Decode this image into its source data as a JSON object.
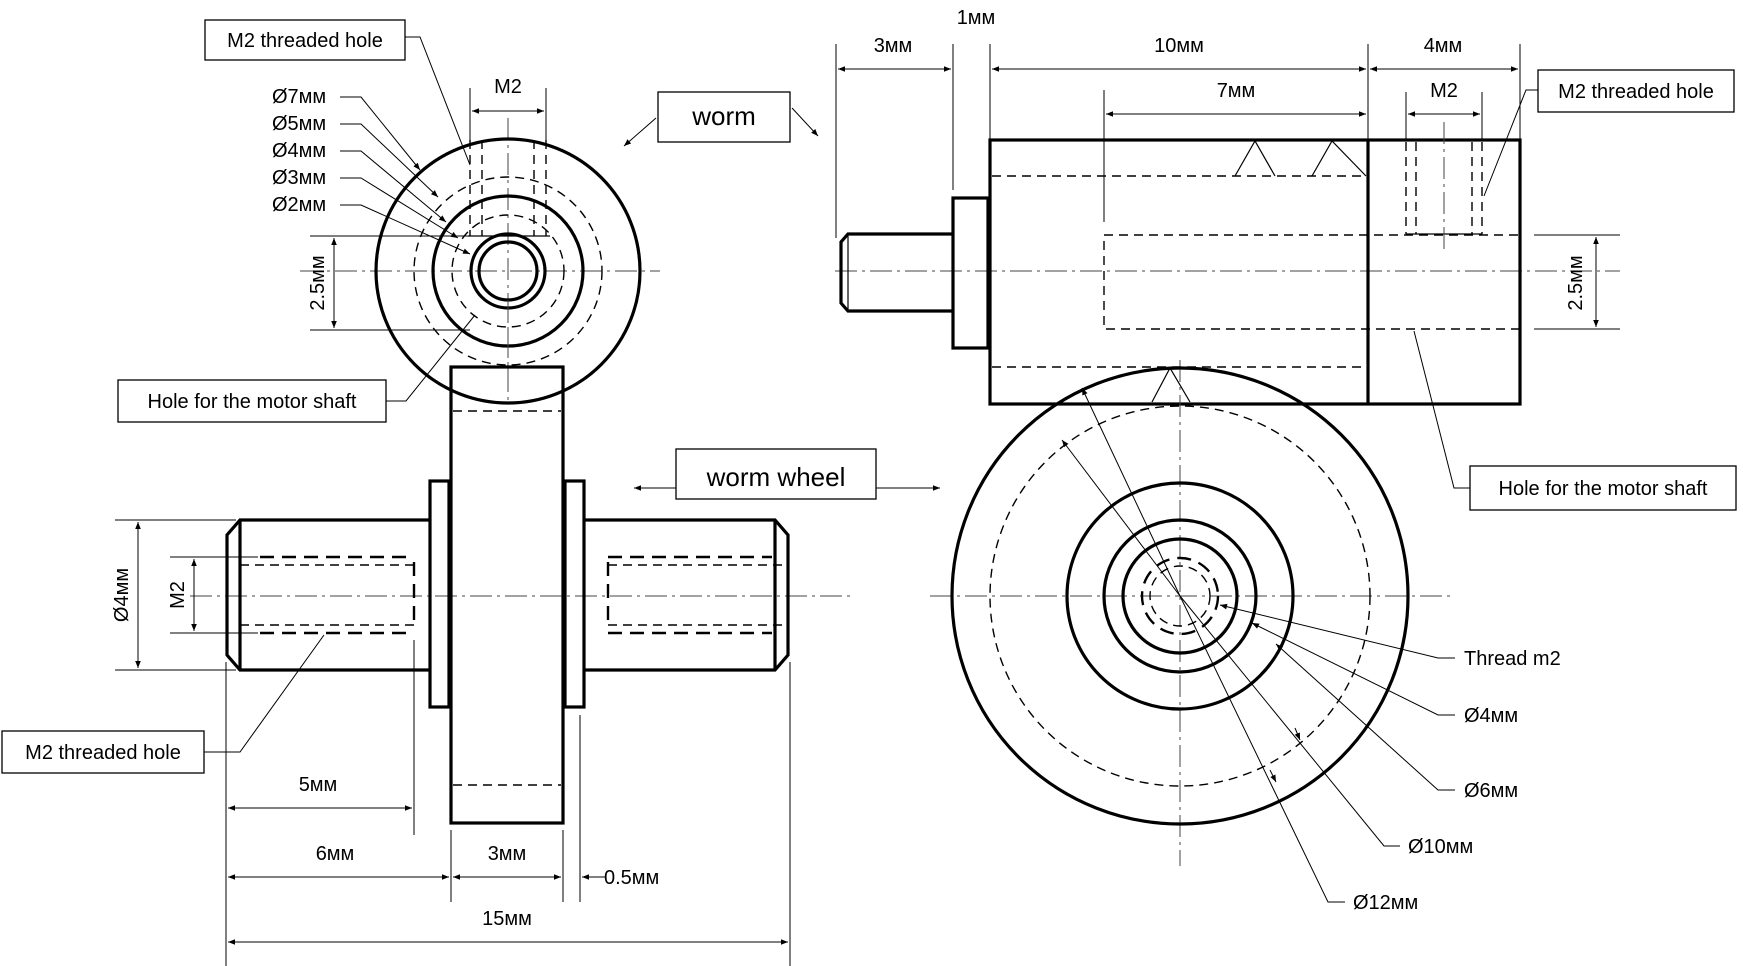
{
  "title_labels": {
    "worm": "worm",
    "worm_wheel": "worm wheel"
  },
  "callouts": {
    "m2_threaded_hole": "M2 threaded hole",
    "hole_motor_shaft": "Hole for the motor shaft",
    "thread_m2": "Thread m2"
  },
  "worm_end_view": {
    "diameters": [
      "Ø7мм",
      "Ø5мм",
      "Ø4мм",
      "Ø3мм",
      "Ø2мм"
    ],
    "m2": "M2",
    "offset": "2.5мм"
  },
  "worm_side_view": {
    "dims": {
      "shaft": "3мм",
      "collar": "1мм",
      "body": "10мм",
      "thread": "7мм",
      "hub": "4мм",
      "m2": "M2",
      "offset": "2.5мм"
    }
  },
  "wheel_side_view": {
    "dims": {
      "diameter": "Ø4мм",
      "m2": "M2",
      "hole_depth": "5мм",
      "hub": "6мм",
      "width": "3мм",
      "collar": "0.5мм",
      "total": "15мм"
    }
  },
  "wheel_face_view": {
    "diameters": [
      "Ø4мм",
      "Ø6мм",
      "Ø10мм",
      "Ø12мм"
    ]
  }
}
